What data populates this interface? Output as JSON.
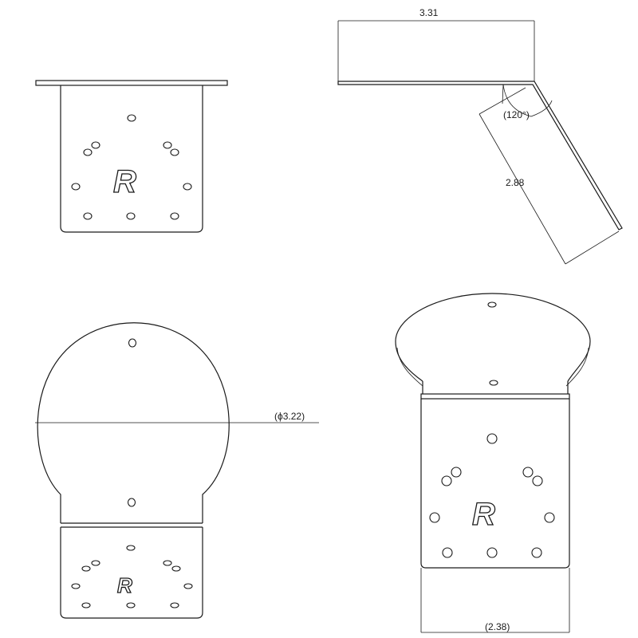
{
  "dimensions": {
    "side_width": "3.31",
    "angle": "(120°)",
    "side_length": "2.88",
    "diameter": "(ϕ3.22)",
    "plate_width": "(2.38)"
  },
  "logo": {
    "letter": "R"
  },
  "colors": {
    "line": "#1a1a1a",
    "background": "#ffffff"
  }
}
